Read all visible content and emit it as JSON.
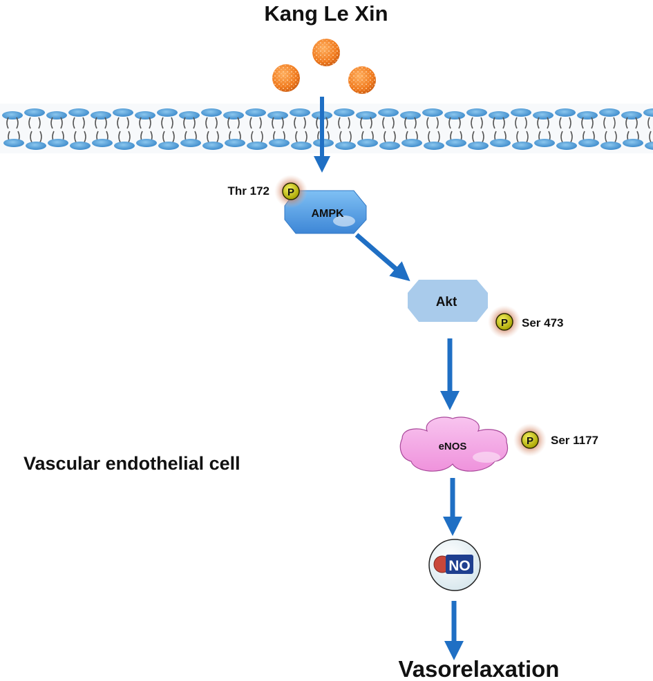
{
  "title": "Kang Le Xin",
  "nodes": {
    "ampk": "AMPK",
    "akt": "Akt",
    "enos": "eNOS",
    "no": "NO"
  },
  "phosphorylation": {
    "symbol": "P",
    "ampk_site": "Thr 172",
    "akt_site": "Ser 473",
    "enos_site": "Ser 1177"
  },
  "cell_label": "Vascular endothelial cell",
  "outcome": "Vasorelaxation",
  "colors": {
    "arrow": "#1f6fc4",
    "compound": "#f07a1e",
    "membrane_head": "#5aa6dc",
    "ampk": "#4f9fe6",
    "akt": "#a9cbeb",
    "enos": "#f3a6e4",
    "phospho": "#c8c400",
    "no_fill": "#1f3f8f"
  }
}
